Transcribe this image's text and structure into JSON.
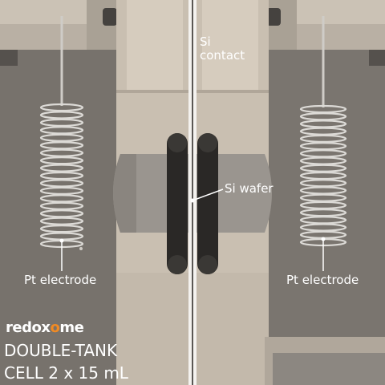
{
  "labels": {
    "si_contact_line1": "Si",
    "si_contact_line2": "contact",
    "si_wafer": "Si wafer",
    "pt_electrode_left": "Pt electrode",
    "pt_electrode_right": "Pt electrode"
  },
  "logo": {
    "part1": "redox",
    "part2": "o",
    "part3": "me"
  },
  "caption": {
    "line1": "DOUBLE-TANK",
    "line2": "CELL 2 x 15 mL"
  },
  "colors": {
    "background": "#8f8a84",
    "body": "#c9bfb1",
    "body_dark": "#a79f93",
    "cavity": "#6e6a65",
    "wafer_chamber": "#9a958f",
    "oring": "#2a2826",
    "coil": "#d8d6d2",
    "accent": "#f08a24"
  },
  "icons": [
    "coil-electrode-icon",
    "o-ring-icon",
    "separator-slit-icon"
  ]
}
